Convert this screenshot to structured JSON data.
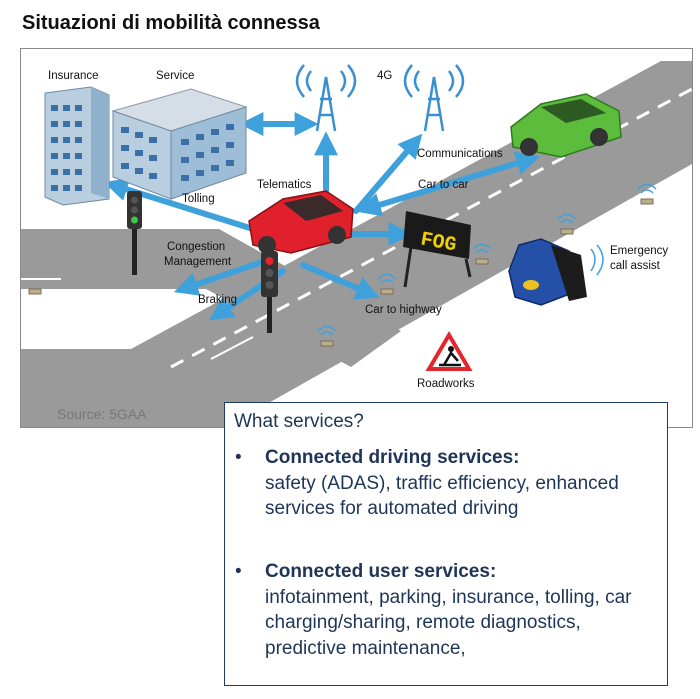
{
  "title": "Situazioni di mobilità connessa",
  "diagram": {
    "labels": {
      "insurance": "Insurance",
      "service": "Service",
      "network": "4G",
      "communications": "Communications",
      "telematics": "Telematics",
      "tolling": "Tolling",
      "car_to_car": "Car to car",
      "congestion_line1": "Congestion",
      "congestion_line2": "Management",
      "braking": "Braking",
      "emergency_line1": "Emergency",
      "emergency_line2": "call assist",
      "car_to_highway": "Car to highway",
      "roadworks": "Roadworks",
      "fog_sign": "FOG"
    },
    "source": "Source: 5GAA",
    "colors": {
      "arrow": "#3ea1dc",
      "road": "#9a9a9a",
      "red_car": "#e0202a",
      "green_car": "#5cbd3c",
      "tower": "#3a8fd0",
      "building": "#b9cfe0"
    }
  },
  "info": {
    "heading": "What services?",
    "bullet_symbol": "•",
    "items": [
      {
        "title": "Connected driving services:",
        "text": "safety (ADAS), traffic efficiency, enhanced services for automated driving"
      },
      {
        "title": "Connected user services:",
        "text": "infotainment, parking, insurance, tolling, car charging/sharing, remote diagnostics, predictive maintenance,"
      }
    ]
  }
}
